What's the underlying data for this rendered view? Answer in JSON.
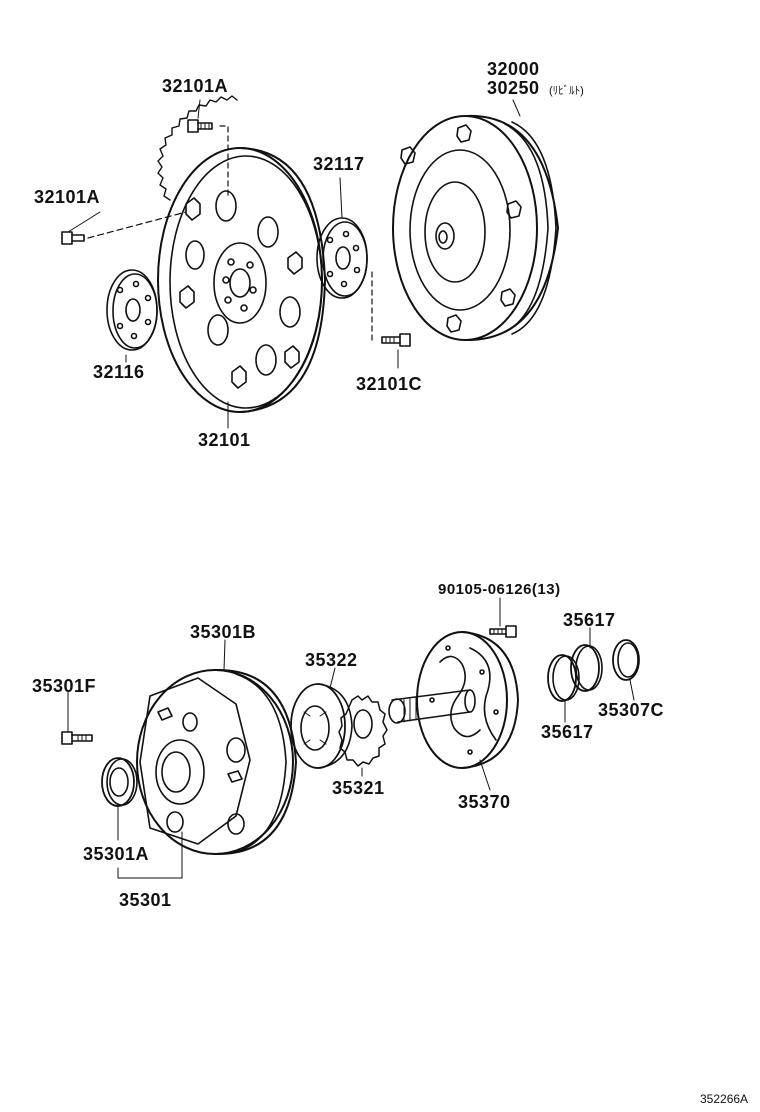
{
  "diagram": {
    "id": "352266A",
    "labels": {
      "torque_converter": "32000",
      "torque_converter_rebuilt": "30250",
      "rebuilt_note": "(ﾘﾋﾞﾙﾄ)",
      "bolt_top": "32101A",
      "bolt_left": "32101A",
      "plate_right": "32117",
      "plate_left": "32116",
      "bolt_right": "32101C",
      "drive_plate": "32101",
      "pump_bolt_top": "90105-06126(13)",
      "pump_body": "35301B",
      "pump_bolt_left": "35301F",
      "driven_gear": "35322",
      "seal_ring_a": "35617",
      "seal_ring_b": "35617",
      "snap_ring": "35307C",
      "drive_gear": "35321",
      "stator_shaft": "35370",
      "oil_seal": "35301A",
      "pump_assy": "35301"
    }
  }
}
